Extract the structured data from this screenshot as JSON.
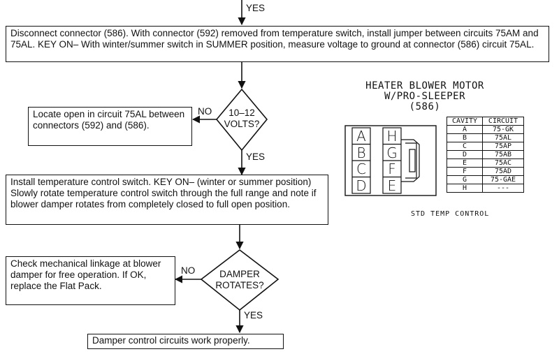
{
  "flow": {
    "top_yes": "YES",
    "box1": "Disconnect connector (586). With connector (592) removed from temperature switch, install jumper between circuits 75AM and 75AL. KEY ON– With winter/summer switch in SUMMER position, measure voltage to ground at connector (586) circuit 75AL.",
    "diamond1": {
      "line1": "10–12",
      "line2": "VOLTS?"
    },
    "no1": "NO",
    "box2": "Locate open in circuit 75AL between connectors (592) and (586).",
    "yes1": "YES",
    "box3": "Install temperature control switch. KEY ON– (winter or summer position) Slowly rotate temperature control switch through the full range and note if blower damper rotates from completely closed to full open position.",
    "diamond2": {
      "line1": "DAMPER",
      "line2": "ROTATES?"
    },
    "no2": "NO",
    "box4": "Check mechanical linkage at blower damper for free operation. If OK, replace the Flat Pack.",
    "yes2": "YES",
    "box5": "Damper control circuits work properly."
  },
  "connector": {
    "title_line1": "HEATER BLOWER MOTOR",
    "title_line2": "W/PRO-SLEEPER",
    "title_line3": "(586)",
    "left_cavities": [
      "A",
      "B",
      "C",
      "D"
    ],
    "right_cavities": [
      "H",
      "G",
      "F",
      "E"
    ],
    "table_headers": [
      "CAVITY",
      "CIRCUIT"
    ],
    "table_rows": [
      [
        "A",
        "75-GK"
      ],
      [
        "B",
        "75AL"
      ],
      [
        "C",
        "75AP"
      ],
      [
        "D",
        "75AB"
      ],
      [
        "E",
        "75AC"
      ],
      [
        "F",
        "75AD"
      ],
      [
        "G",
        "75-GAE"
      ],
      [
        "H",
        "---"
      ]
    ],
    "caption": "STD TEMP CONTROL"
  }
}
